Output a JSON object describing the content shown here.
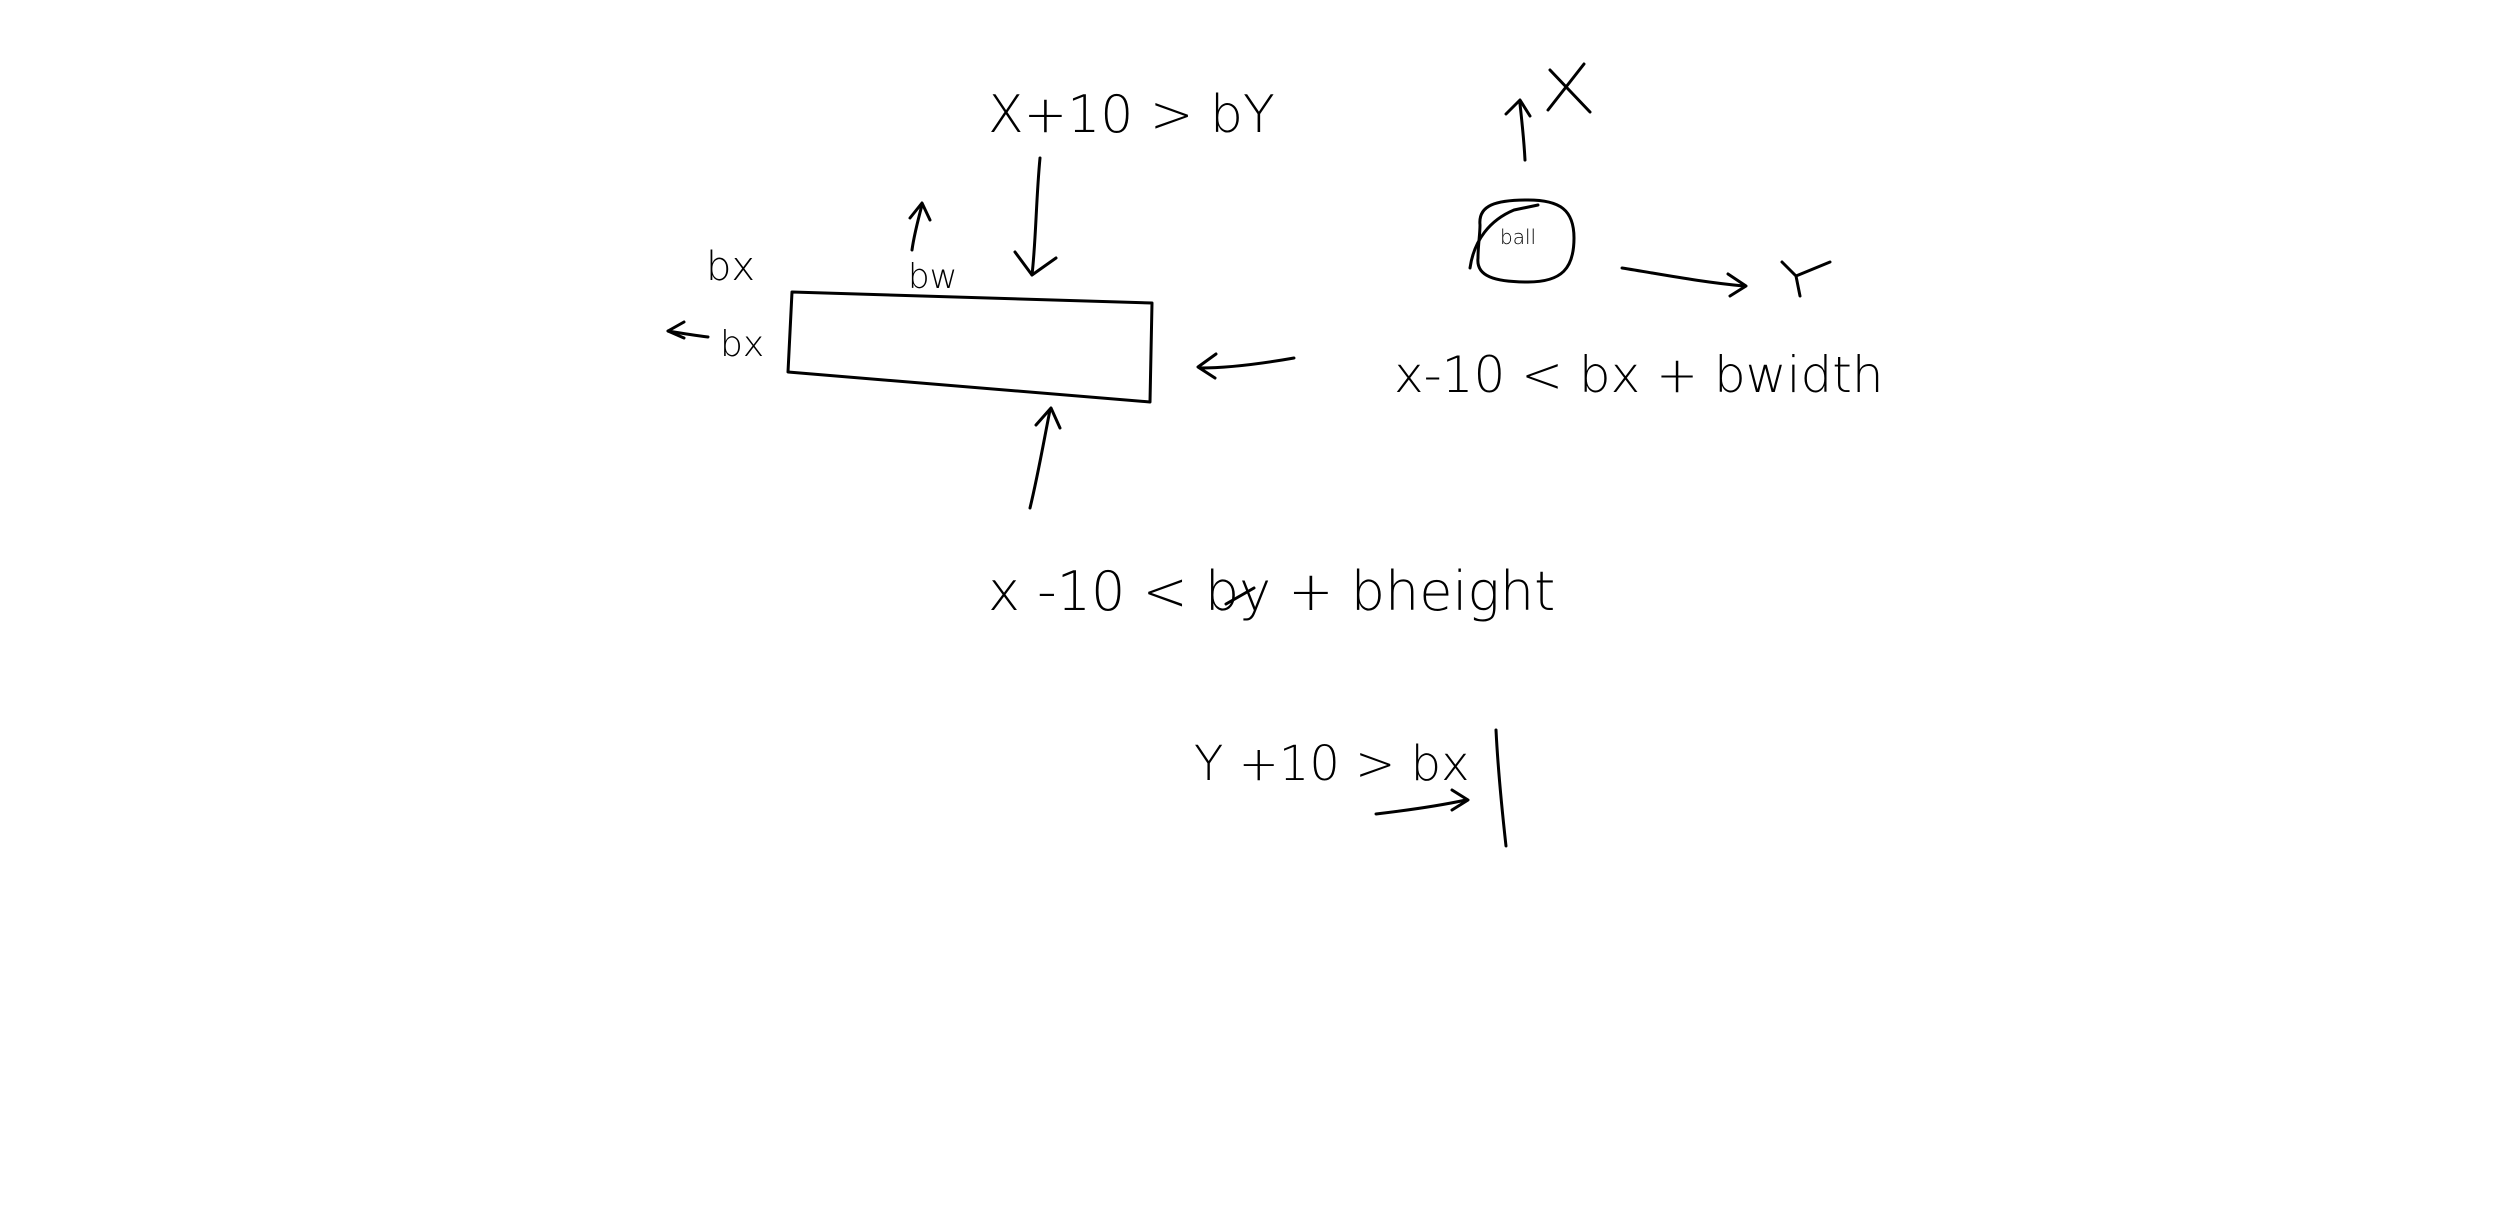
{
  "labels": {
    "top_condition": "X+10 > bY",
    "top_left_bx": "bx",
    "left_bx": "bx",
    "top_bw": "bw",
    "bottom_condition": "x -10 < by + bheight",
    "right_condition": "x-10 < bx + bwidth",
    "ball_label": "ball",
    "axis_x": "X",
    "axis_y": "Y",
    "lower_condition": "Y +10 > bx"
  }
}
